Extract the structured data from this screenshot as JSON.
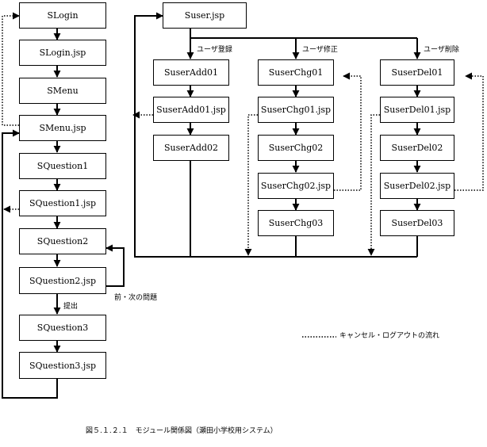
{
  "nodes": {
    "slogin": "SLogin",
    "slogin_jsp": "SLogin.jsp",
    "smenu": "SMenu",
    "smenu_jsp": "SMenu.jsp",
    "squestion1": "SQuestion1",
    "squestion1_jsp": "SQuestion1.jsp",
    "squestion2": "SQuestion2",
    "squestion2_jsp": "SQuestion2.jsp",
    "squestion3": "SQuestion3",
    "squestion3_jsp": "SQuestion3.jsp",
    "suser_jsp": "Suser.jsp",
    "suseradd01": "SuserAdd01",
    "suseradd01_jsp": "SuserAdd01.jsp",
    "suseradd02": "SuserAdd02",
    "suserchg01": "SuserChg01",
    "suserchg01_jsp": "SuserChg01.jsp",
    "suserchg02": "SuserChg02",
    "suserchg02_jsp": "SuserChg02.jsp",
    "suserchg03": "SuserChg03",
    "suserdel01": "SuserDel01",
    "suserdel01_jsp": "SuserDel01.jsp",
    "suserdel02": "SuserDel02",
    "suserdel02_jsp": "SuserDel02.jsp",
    "suserdel03": "SuserDel03"
  },
  "labels": {
    "user_add": "ユーザ登録",
    "user_chg": "ユーザ修正",
    "user_del": "ユーザ削除",
    "prev_next": "前・次の問題",
    "submit": "提出"
  },
  "legend": {
    "cancel_logout": "キャンセル・ログアウトの流れ"
  },
  "caption": "図５.１.２.１　モジュール関係図（瀬田小学校用システム）"
}
